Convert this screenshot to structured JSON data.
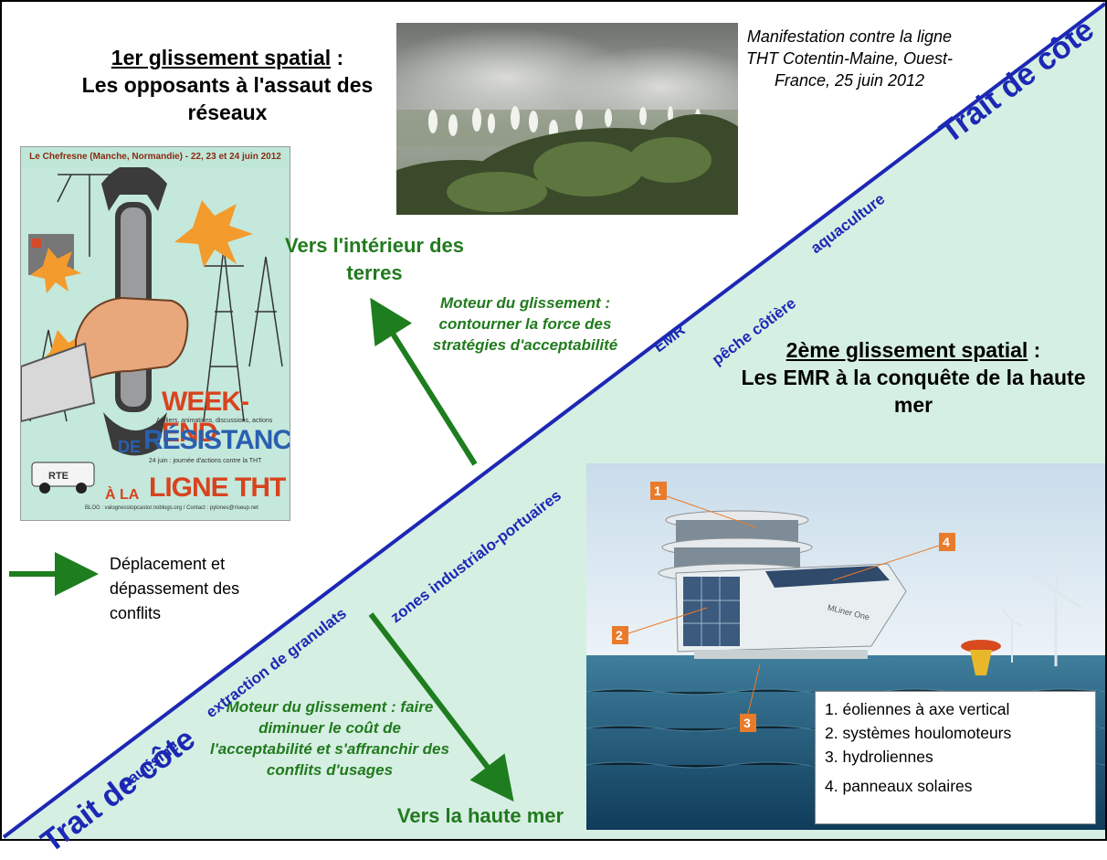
{
  "titles": {
    "first_underlined": "1er glissement spatial",
    "first_colon": " :",
    "first_rest": "Les opposants à l'assaut des réseaux",
    "second_underlined": "2ème glissement spatial",
    "second_colon": " :",
    "second_rest": "Les EMR à la conquête de la haute mer"
  },
  "photo_caption": "Manifestation contre la ligne THT Cotentin-Maine, Ouest-France, 25 juin 2012",
  "coastline": {
    "label_top": "Trait de côte",
    "label_bottom": "Trait de côte",
    "label_color": "#1c28b4",
    "line_color": "#1c28b4",
    "sea_color": "#d6efe3"
  },
  "activities": {
    "aquaculture": "aquaculture",
    "peche": "pêche côtière",
    "emr": "EMR",
    "zones": "zones industrialo-portuaires",
    "granulats": "extraction de granulats",
    "nautisme": "nautisme"
  },
  "inland": {
    "heading": "Vers l'intérieur des terres",
    "driver": "Moteur du glissement : contourner la force des stratégies d'acceptabilité"
  },
  "offshore": {
    "heading": "Vers la haute mer",
    "driver": "Moteur du glissement : faire diminuer le coût de l'acceptabilité et s'affranchir des conflits d'usages"
  },
  "legend": {
    "arrow_label": "Déplacement et dépassement des conflits",
    "arrow_color": "#1e7d1e"
  },
  "poster": {
    "header": "Le Chefresne (Manche, Normandie) - 22, 23 et 24 juin 2012",
    "week_end": "WEEK-END",
    "week_end_sub": "Ateliers, animations, discussions, actions",
    "de": "DE",
    "resistance": "RÉSISTANCE",
    "june24": "24 juin : journée d'actions contre la THT",
    "a_la": "À LA",
    "ligne": "LIGNE THT",
    "truck": "RTE",
    "footer": "BLOG : valognesstopcastor.noblogs.org / Contact : pylones@riseup.net"
  },
  "platform": {
    "callouts": [
      "1",
      "2",
      "3",
      "4"
    ],
    "hull_text": "MLiner One",
    "legend_items": [
      "1. éoliennes à axe vertical",
      "2. systèmes houlomoteurs",
      "3. hydroliennes",
      "4. panneaux solaires"
    ]
  }
}
